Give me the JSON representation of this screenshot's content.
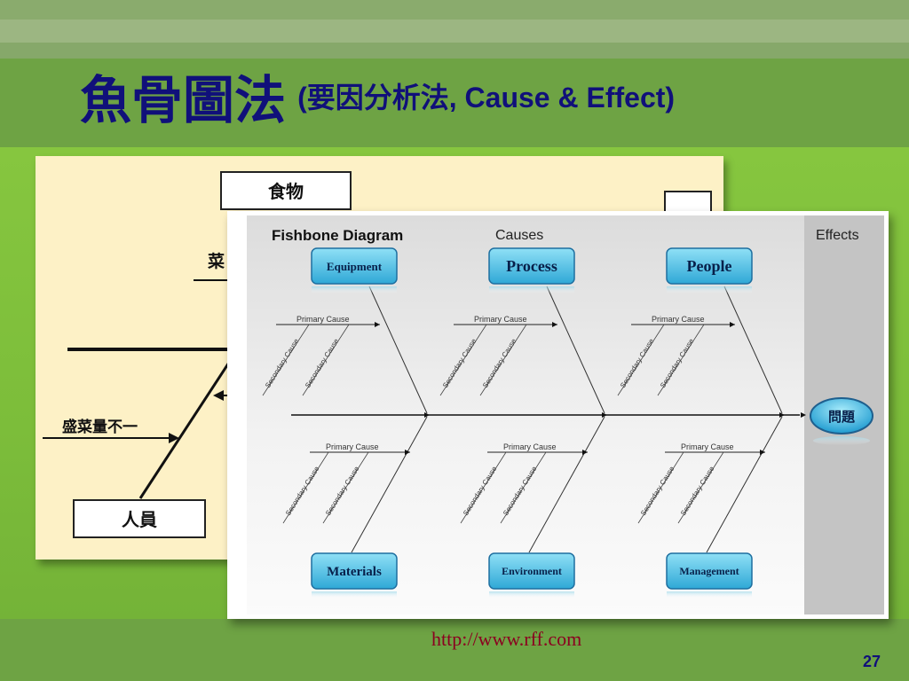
{
  "slide": {
    "title_cjk": "魚骨圖法",
    "title_sub": "(要因分析法, Cause & Effect)",
    "url": "http://www.rff.com",
    "page_number": "27"
  },
  "back_diagram": {
    "box_food": "食物",
    "box_people": "人員",
    "label_dish": "菜",
    "label_portion": "盛菜量不一"
  },
  "fishbone": {
    "title": "Fishbone Diagram",
    "causes_header": "Causes",
    "effects_header": "Effects",
    "effect": "問題",
    "categories_top": [
      "Equipment",
      "Process",
      "People"
    ],
    "categories_bottom": [
      "Materials",
      "Environment",
      "Management"
    ],
    "primary_cause_label": "Primary Cause",
    "secondary_cause_label": "Secondary Cause",
    "colors": {
      "box_fill": "#3fb6dc",
      "box_border": "#1e6fa0",
      "effect_fill": "#2fa8d6"
    }
  }
}
